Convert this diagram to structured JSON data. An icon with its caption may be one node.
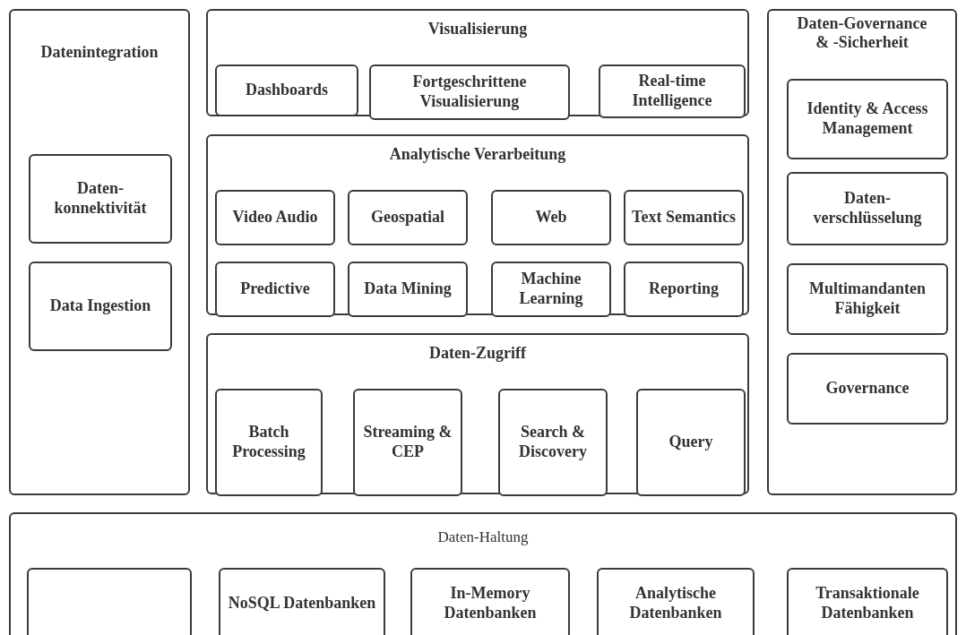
{
  "diagram": {
    "nodes": [
      {
        "text": [
          "Datenintegration"
        ]
      },
      {
        "text": [
          "Daten- konnektivität"
        ],
        "in": 0
      },
      {
        "text": [
          "Data Ingestion"
        ],
        "in": 0
      },
      {
        "text": [
          "Visualisierung"
        ]
      },
      {
        "text": [
          "Dashboards"
        ],
        "in": 3
      },
      {
        "text": [
          "Fortgeschrittene Visualisierung"
        ],
        "in": 3
      },
      {
        "text": [
          "Real-time Intelligence"
        ],
        "in": 3
      },
      {
        "text": [
          "Analytische Verarbeitung"
        ]
      },
      {
        "text": [
          "Video Audio"
        ],
        "in": 7
      },
      {
        "text": [
          "Geospatial"
        ],
        "in": 7
      },
      {
        "text": [
          "Web"
        ],
        "in": 7
      },
      {
        "text": [
          "Text Semantics"
        ],
        "in": 7
      },
      {
        "text": [
          "Predictive"
        ],
        "in": 7
      },
      {
        "text": [
          "Data Mining"
        ],
        "in": 7
      },
      {
        "text": [
          "Machine Learning"
        ],
        "in": 7
      },
      {
        "text": [
          "Reporting"
        ],
        "in": 7
      },
      {
        "text": [
          "Daten-Zugriff"
        ]
      },
      {
        "text": [
          "Batch Processing"
        ],
        "in": 16
      },
      {
        "text": [
          "Streaming & CEP"
        ],
        "in": 16
      },
      {
        "text": [
          "Search & Discovery"
        ],
        "in": 16
      },
      {
        "text": [
          "Query"
        ],
        "in": 16
      },
      {
        "text": [
          "Daten-Governance & -Sicherheit"
        ]
      },
      {
        "text": [
          "Identity & Access Management"
        ],
        "in": 21
      },
      {
        "text": [
          "Daten- verschlüsselung"
        ],
        "in": 21
      },
      {
        "text": [
          "Multimandanten Fähigkeit"
        ],
        "in": 21
      },
      {
        "text": [
          "Governance"
        ],
        "in": 21
      },
      {
        "text": [
          "Daten-Haltung"
        ]
      },
      {
        "text": [],
        "shape": "box",
        "in": 26
      },
      {
        "text": [
          "NoSQL Datenbanken"
        ],
        "in": 26
      },
      {
        "text": [
          "In-Memory Datenbanken"
        ],
        "in": 26
      },
      {
        "text": [
          "Analytische Datenbanken"
        ],
        "in": 26
      },
      {
        "text": [
          "Transaktionale Datenbanken"
        ],
        "in": 26
      }
    ]
  }
}
